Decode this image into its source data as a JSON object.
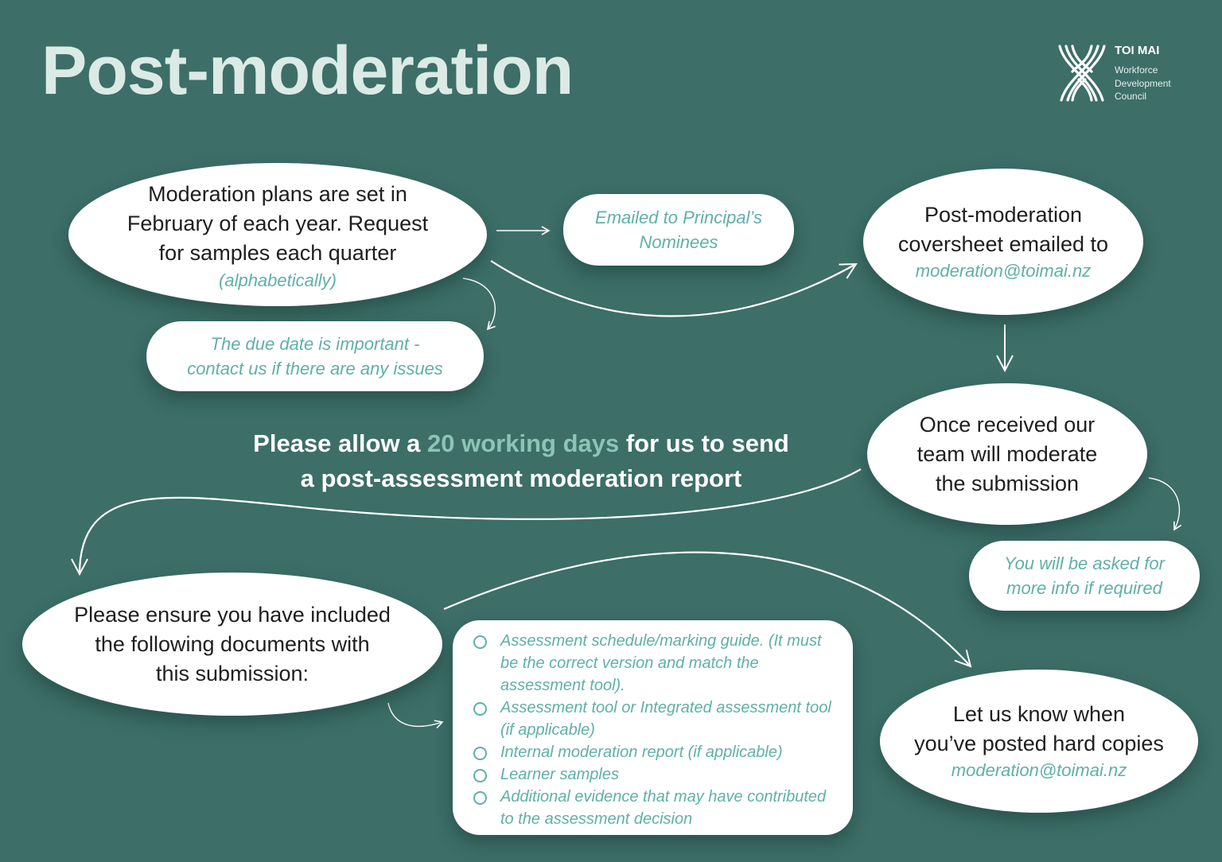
{
  "header": {
    "title": "Post-moderation",
    "logo": {
      "icon": "woven-strands-logo-icon",
      "name": "TOI MAI",
      "subtitle_lines": [
        "Workforce",
        "Development",
        "Council"
      ]
    }
  },
  "colors": {
    "background": "#3d6e68",
    "title": "#dceae5",
    "node_fill": "#ffffff",
    "node_text": "#1e1e1e",
    "accent_text": "#5fb0a8",
    "highlight_text": "#8cc5b8",
    "arrow": "#ffffff"
  },
  "flow": {
    "step1": {
      "lines": [
        "Moderation plans are set in",
        "February of each year. Request",
        "for samples each quarter"
      ],
      "note": "(alphabetically)"
    },
    "note_nominees": {
      "lines": [
        "Emailed to Principal’s",
        "Nominees"
      ]
    },
    "note_due_date": {
      "lines": [
        "The due date is important -",
        "contact us if there are any issues"
      ]
    },
    "step2": {
      "lines": [
        "Post-moderation",
        "coversheet emailed to"
      ],
      "email": "moderation@toimai.nz"
    },
    "step3": {
      "lines": [
        "Once received our",
        "team will moderate",
        "the submission"
      ]
    },
    "note_more_info": {
      "lines": [
        "You will be asked for",
        "more info if required"
      ]
    },
    "callout": {
      "before": "Please allow a ",
      "highlight": "20 working days",
      "after": " for us to send",
      "line2": "a post-assessment moderation report"
    },
    "step4": {
      "lines": [
        "Please ensure you have included",
        "the following documents with",
        "this submission:"
      ]
    },
    "checklist": {
      "items": [
        "Assessment schedule/marking guide. (It must be the correct version and match the assessment tool).",
        "Assessment tool or Integrated assessment tool (if applicable)",
        "Internal moderation report (if applicable)",
        "Learner samples",
        "Additional evidence that may have contributed to the assessment decision"
      ]
    },
    "step5": {
      "lines": [
        "Let us know when",
        "you’ve posted hard copies"
      ],
      "email": "moderation@toimai.nz"
    }
  }
}
